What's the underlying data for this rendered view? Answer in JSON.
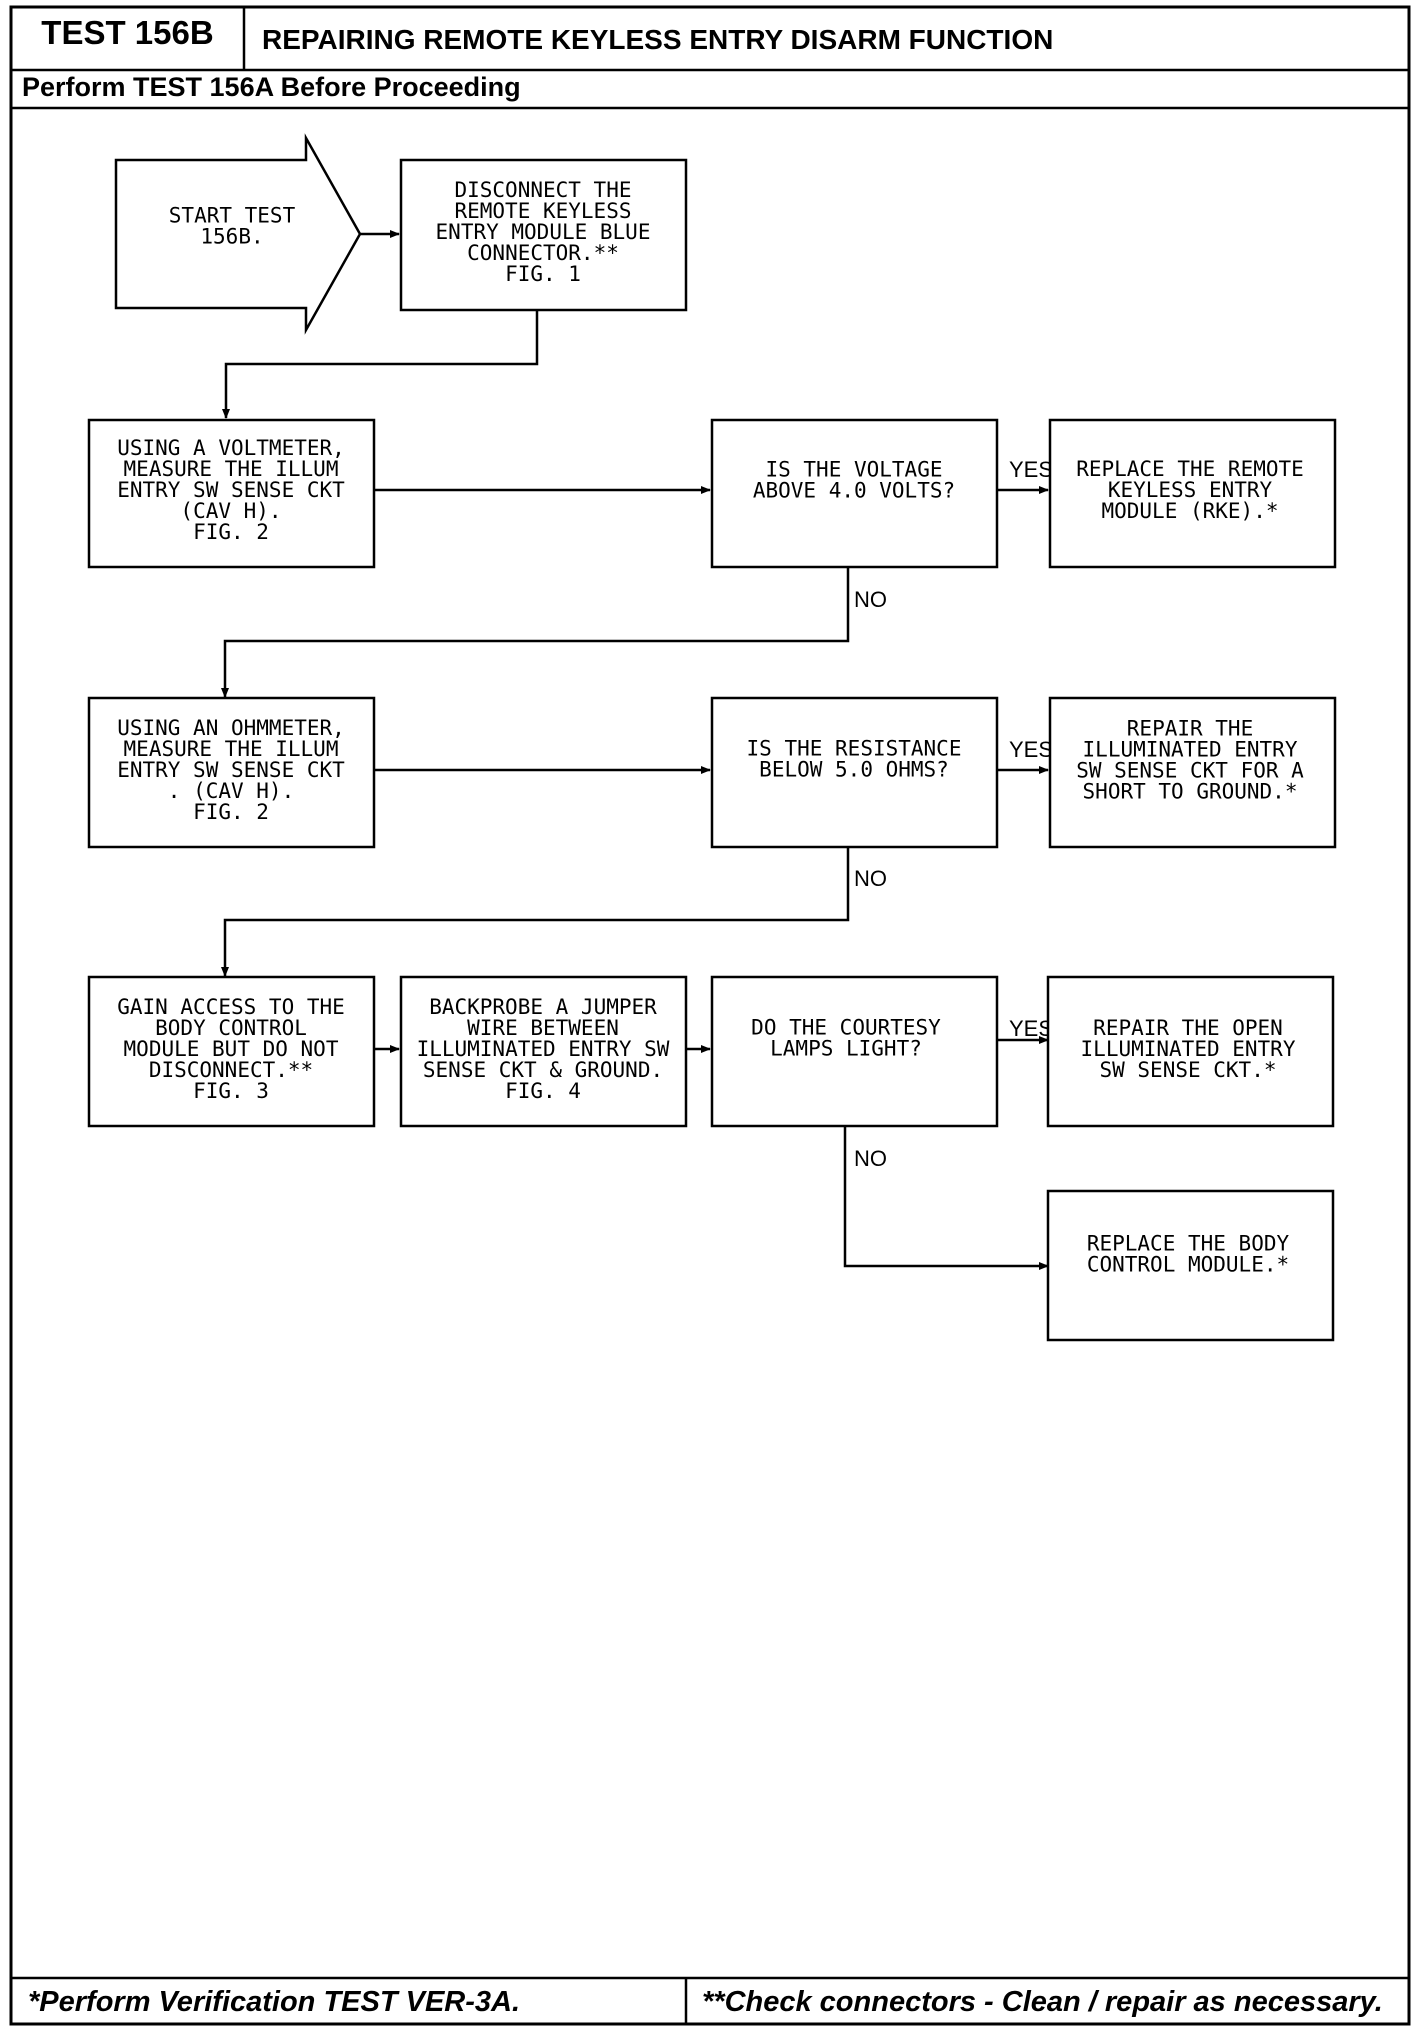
{
  "header": {
    "test_id": "TEST 156B",
    "title": "REPAIRING REMOTE KEYLESS ENTRY DISARM FUNCTION",
    "prerequisite": "Perform TEST 156A Before Proceeding"
  },
  "flowchart": {
    "nodes": {
      "start": [
        "START TEST",
        "156B."
      ],
      "disconnect_rke": [
        "DISCONNECT THE",
        "REMOTE KEYLESS",
        "ENTRY MODULE BLUE",
        "CONNECTOR.**",
        "FIG. 1"
      ],
      "measure_voltage": [
        "USING A VOLTMETER,",
        "MEASURE THE ILLUM",
        "ENTRY SW SENSE CKT",
        "(CAV H).",
        "FIG. 2"
      ],
      "voltage_question": [
        "IS THE VOLTAGE",
        "ABOVE 4.0 VOLTS?"
      ],
      "replace_rke": [
        "REPLACE THE REMOTE",
        "KEYLESS ENTRY",
        "MODULE (RKE).*"
      ],
      "measure_resistance": [
        "USING AN OHMMETER,",
        "MEASURE THE ILLUM",
        "ENTRY SW SENSE CKT",
        ". (CAV H).",
        "FIG. 2"
      ],
      "resistance_question": [
        "IS THE RESISTANCE",
        "BELOW 5.0 OHMS?"
      ],
      "repair_short": [
        "REPAIR THE",
        "ILLUMINATED ENTRY",
        "SW SENSE CKT FOR A",
        "SHORT TO GROUND.*"
      ],
      "access_bcm": [
        "GAIN ACCESS TO THE",
        "BODY CONTROL",
        "MODULE BUT DO NOT",
        "DISCONNECT.**",
        "FIG. 3"
      ],
      "backprobe": [
        "BACKPROBE A JUMPER",
        "WIRE BETWEEN",
        "ILLUMINATED ENTRY SW",
        "SENSE CKT & GROUND.",
        "FIG. 4"
      ],
      "lamps_question": [
        "DO THE COURTESY",
        "LAMPS LIGHT?"
      ],
      "repair_open": [
        "REPAIR THE OPEN",
        "ILLUMINATED ENTRY",
        "SW SENSE CKT.*"
      ],
      "replace_bcm": [
        "REPLACE THE BODY",
        "CONTROL MODULE.*"
      ]
    },
    "labels": {
      "yes": "YES",
      "no": "NO"
    }
  },
  "footer": {
    "left_note": "*Perform Verification TEST VER-3A.",
    "right_note": "**Check connectors - Clean / repair as necessary."
  }
}
